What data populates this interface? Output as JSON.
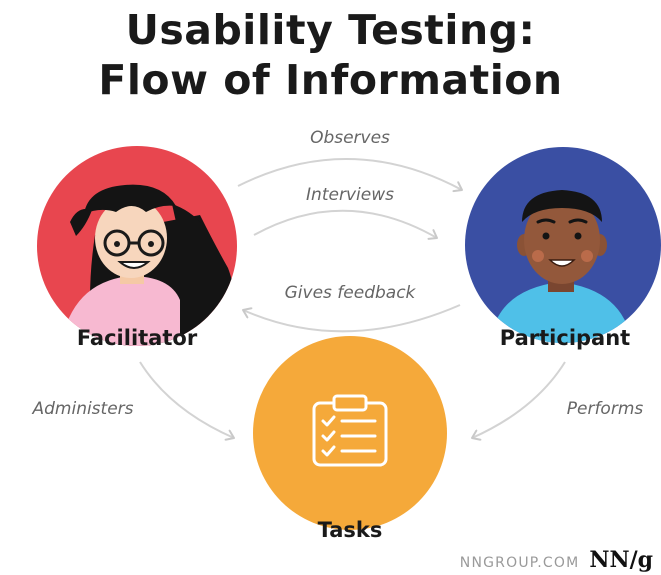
{
  "title": {
    "line1": "Usability Testing:",
    "line2": "Flow of Information"
  },
  "nodes": {
    "facilitator": {
      "label": "Facilitator",
      "color": "#e8464f"
    },
    "participant": {
      "label": "Participant",
      "color": "#3a4fa3"
    },
    "tasks": {
      "label": "Tasks",
      "color": "#f5a93a"
    }
  },
  "edges": {
    "observes": "Observes",
    "interviews": "Interviews",
    "gives_feedback": "Gives feedback",
    "administers": "Administers",
    "performs": "Performs"
  },
  "footer": {
    "url": "NNGROUP.COM",
    "logo": "NN/g"
  }
}
